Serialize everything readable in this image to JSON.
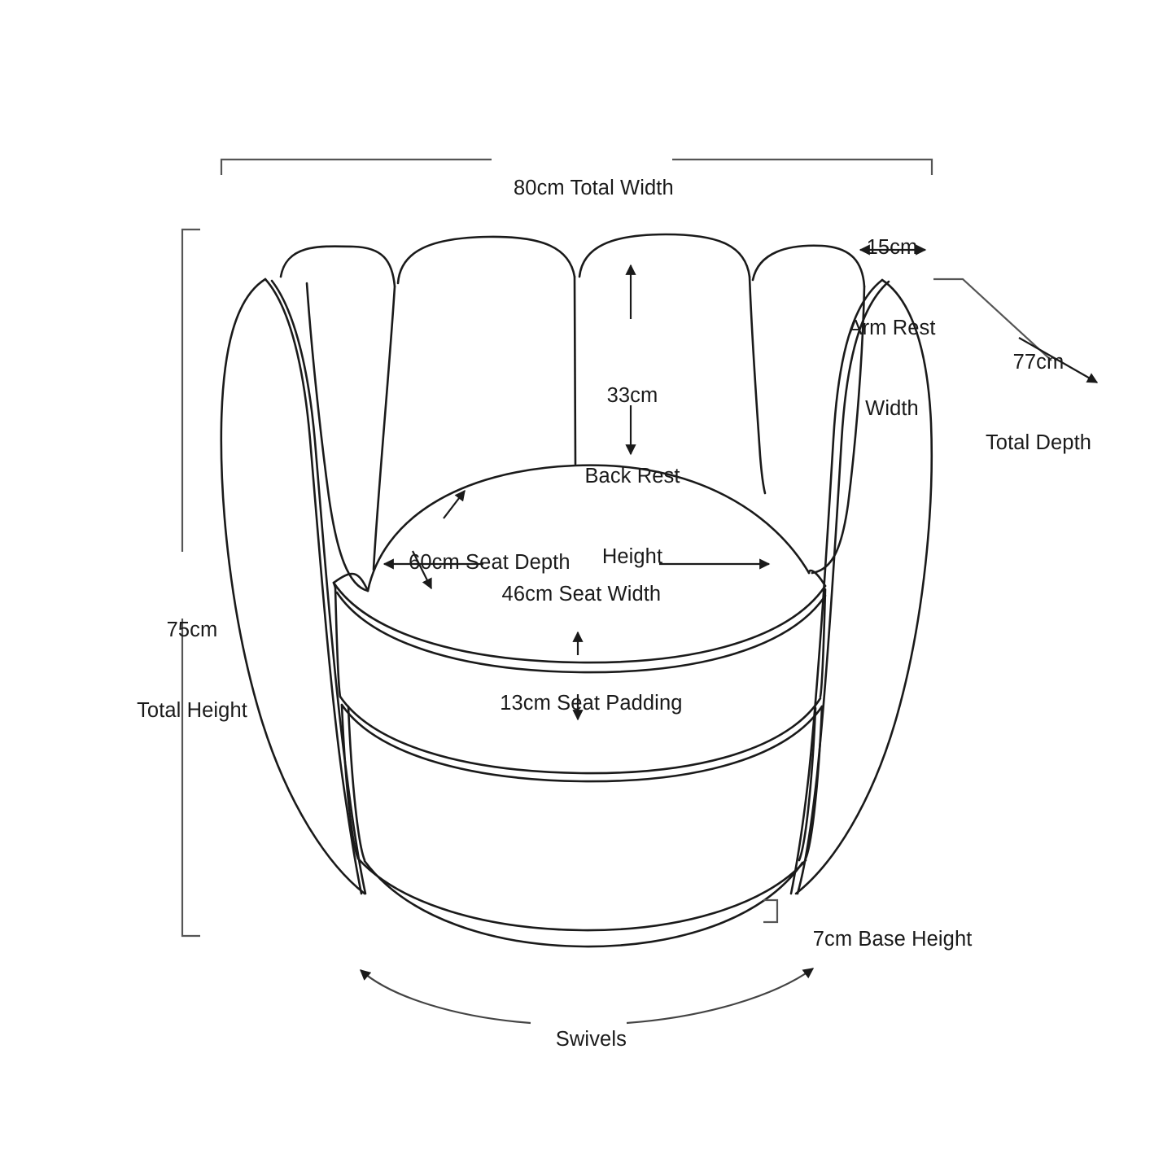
{
  "diagram": {
    "title": "Swivel chair dimension diagram",
    "product": "Petal back swivel armchair",
    "units": "cm",
    "stroke_color": "#1a1a1a",
    "background_color": "#ffffff",
    "line_color": "#444444"
  },
  "annotations": {
    "total_width": {
      "value": "80cm",
      "name": "Total Width",
      "text": "80cm Total Width"
    },
    "arm_rest_width": {
      "value": "15cm",
      "name": "Arm Rest Width",
      "line1": "15cm",
      "line2": "Arm Rest",
      "line3": "Width"
    },
    "total_depth": {
      "value": "77cm",
      "name": "Total Depth",
      "line1": "77cm",
      "line2": "Total Depth"
    },
    "back_rest_height": {
      "value": "33cm",
      "name": "Back Rest Height",
      "line1": "33cm",
      "line2": "Back Rest",
      "line3": "Height"
    },
    "total_height": {
      "value": "75cm",
      "name": "Total Height",
      "line1": "75cm",
      "line2": "Total Height"
    },
    "seat_depth": {
      "value": "60cm",
      "name": "Seat Depth",
      "text": "60cm Seat Depth"
    },
    "seat_width": {
      "value": "46cm",
      "name": "Seat Width",
      "text": "46cm Seat Width"
    },
    "seat_padding": {
      "value": "13cm",
      "name": "Seat Padding",
      "text": "13cm Seat Padding"
    },
    "base_height": {
      "value": "7cm",
      "name": "Base Height",
      "text": "7cm Base Height"
    },
    "swivels": {
      "text": "Swivels"
    }
  },
  "chart_data": {
    "type": "table",
    "title": "Swivel chair dimensions",
    "categories": [
      "Total Width",
      "Total Depth",
      "Total Height",
      "Arm Rest Width",
      "Back Rest Height",
      "Seat Depth",
      "Seat Width",
      "Seat Padding",
      "Base Height"
    ],
    "values": [
      80,
      77,
      75,
      15,
      33,
      60,
      46,
      13,
      7
    ],
    "unit": "cm",
    "features": [
      "Swivels"
    ]
  }
}
